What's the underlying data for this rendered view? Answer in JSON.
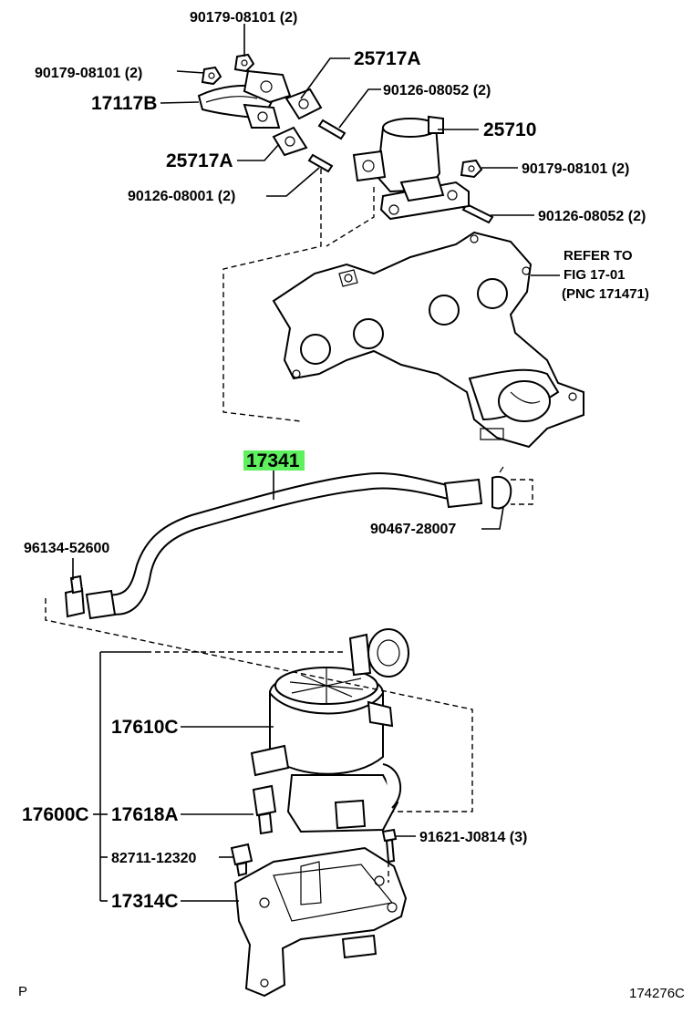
{
  "labels": {
    "p90179_top": "90179-08101 (2)",
    "p90179_left": "90179-08101 (2)",
    "p17117b": "17117B",
    "p25717a_top": "25717A",
    "p90126_08052_top": "90126-08052 (2)",
    "p25710": "25710",
    "p90179_right": "90179-08101 (2)",
    "p25717a_mid": "25717A",
    "p90126_08001": "90126-08001 (2)",
    "p90126_08052_right": "90126-08052 (2)",
    "refer_line1": "REFER TO",
    "refer_line2": "FIG 17-01",
    "refer_line3": "(PNC 171471)",
    "p17341": "17341",
    "p90467": "90467-28007",
    "p96134": "96134-52600",
    "p17610c": "17610C",
    "p17600c": "17600C",
    "p17618a": "17618A",
    "p91621": "91621-J0814 (3)",
    "p82711": "82711-12320",
    "p17314c": "17314C",
    "corner_p": "P",
    "fig_code": "174276C"
  },
  "highlight_color": "#5ef05e",
  "icons": [
    "exhaust-manifold",
    "air-pump",
    "air-hose",
    "bracket"
  ]
}
